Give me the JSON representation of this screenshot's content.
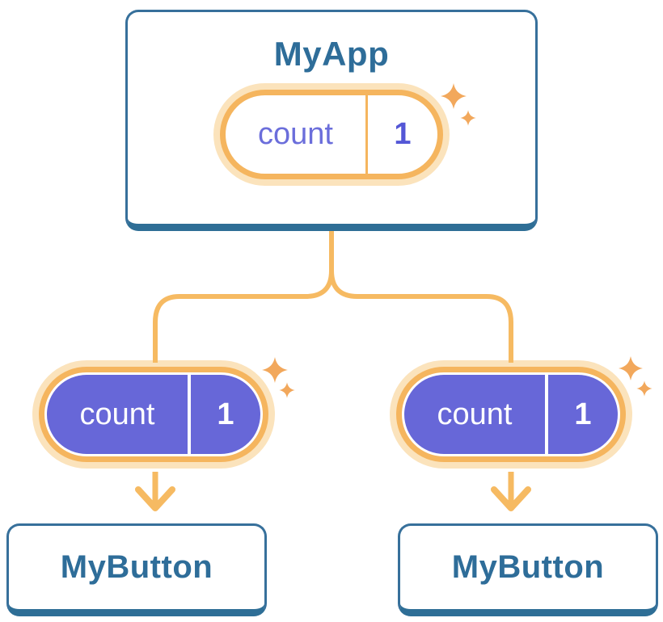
{
  "diagram": {
    "parent": {
      "title": "MyApp",
      "state_pill": {
        "label": "count",
        "value": "1"
      }
    },
    "children": [
      {
        "title": "MyButton",
        "prop_pill": {
          "label": "count",
          "value": "1"
        }
      },
      {
        "title": "MyButton",
        "prop_pill": {
          "label": "count",
          "value": "1"
        }
      }
    ]
  },
  "colors": {
    "card-border": "#37709B",
    "card-shadow": "#2E6E96",
    "card-text": "#2E6D99",
    "pill-ring": "#F5B55E",
    "pill-halo": "#FBE3BC",
    "pill-purple": "#6767D8",
    "pill-label-purple": "#6B6EDB",
    "pill-value-purple": "#5457D6",
    "pill-white": "#FFFFFF",
    "connector": "#F6BA62",
    "sparkle": "#F2A85C",
    "canvas-bg": "#FFFFFF"
  }
}
